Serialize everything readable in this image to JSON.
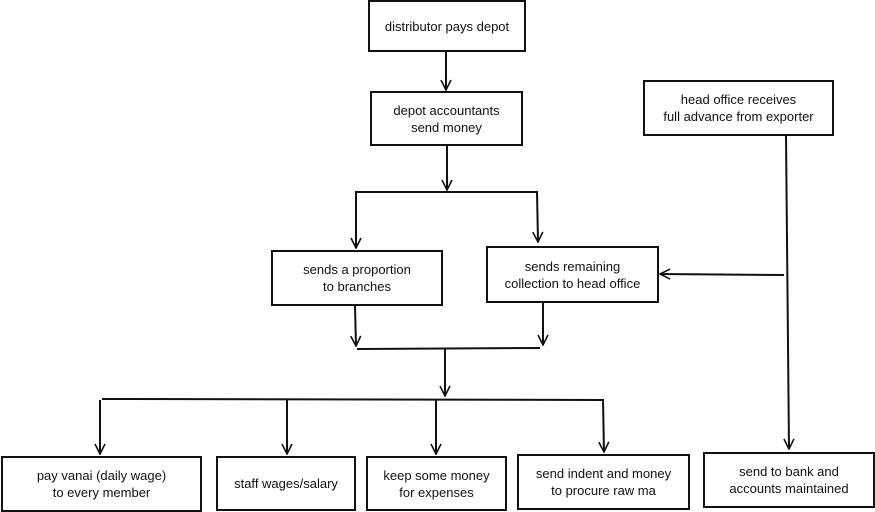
{
  "diagram": {
    "type": "flowchart",
    "line_color": "#111111",
    "boxes": {
      "distributor": "distributor pays depot",
      "depot_accountants": "depot accountants\nsend money",
      "branches": "sends a proportion\nto branches",
      "head_office_collection": "sends remaining\ncollection to head office",
      "head_office_advance": "head office receives\nfull advance from exporter",
      "pay_vanai": "pay vanai (daily wage)\nto every member",
      "staff_wages": "staff wages/salary",
      "expenses": "keep some money\nfor expenses",
      "indent": "send indent and money\nto procure raw ma",
      "bank": "send to bank and\naccounts maintained"
    }
  }
}
